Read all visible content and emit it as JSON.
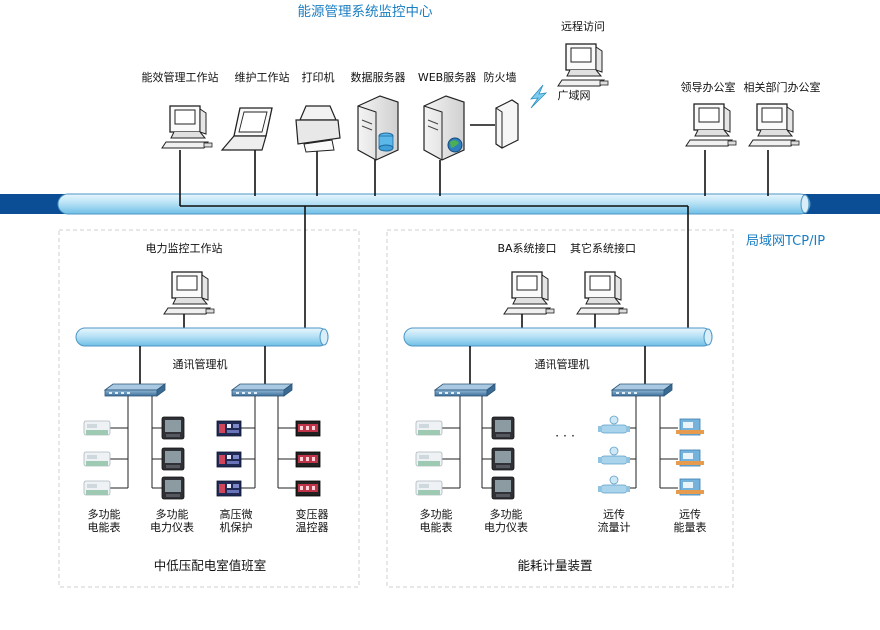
{
  "title": "能源管理系统监控中心",
  "remote_access": "远程访问",
  "wan": "广域网",
  "lan_label": "局域网TCP/IP",
  "top_devices": {
    "energy_ws": "能效管理工作站",
    "maint_ws": "维护工作站",
    "printer": "打印机",
    "db_server": "数据服务器",
    "web_server": "WEB服务器",
    "firewall": "防火墙",
    "leader_office": "领导办公室",
    "dept_office": "相关部门办公室"
  },
  "left_zone": {
    "workstation": "电力监控工作站",
    "comm": "通讯管理机",
    "labels": [
      [
        "多功能",
        "电能表"
      ],
      [
        "多功能",
        "电力仪表"
      ],
      [
        "高压微",
        "机保护"
      ],
      [
        "变压器",
        "温控器"
      ]
    ],
    "caption": "中低压配电室值班室"
  },
  "right_zone": {
    "ba": "BA系统接口",
    "other": "其它系统接口",
    "comm": "通讯管理机",
    "ellipsis": "· · ·",
    "labels": [
      [
        "多功能",
        "电能表"
      ],
      [
        "多功能",
        "电力仪表"
      ],
      [
        "远传",
        "流量计"
      ],
      [
        "远传",
        "能量表"
      ]
    ],
    "caption": "能耗计量装置"
  }
}
